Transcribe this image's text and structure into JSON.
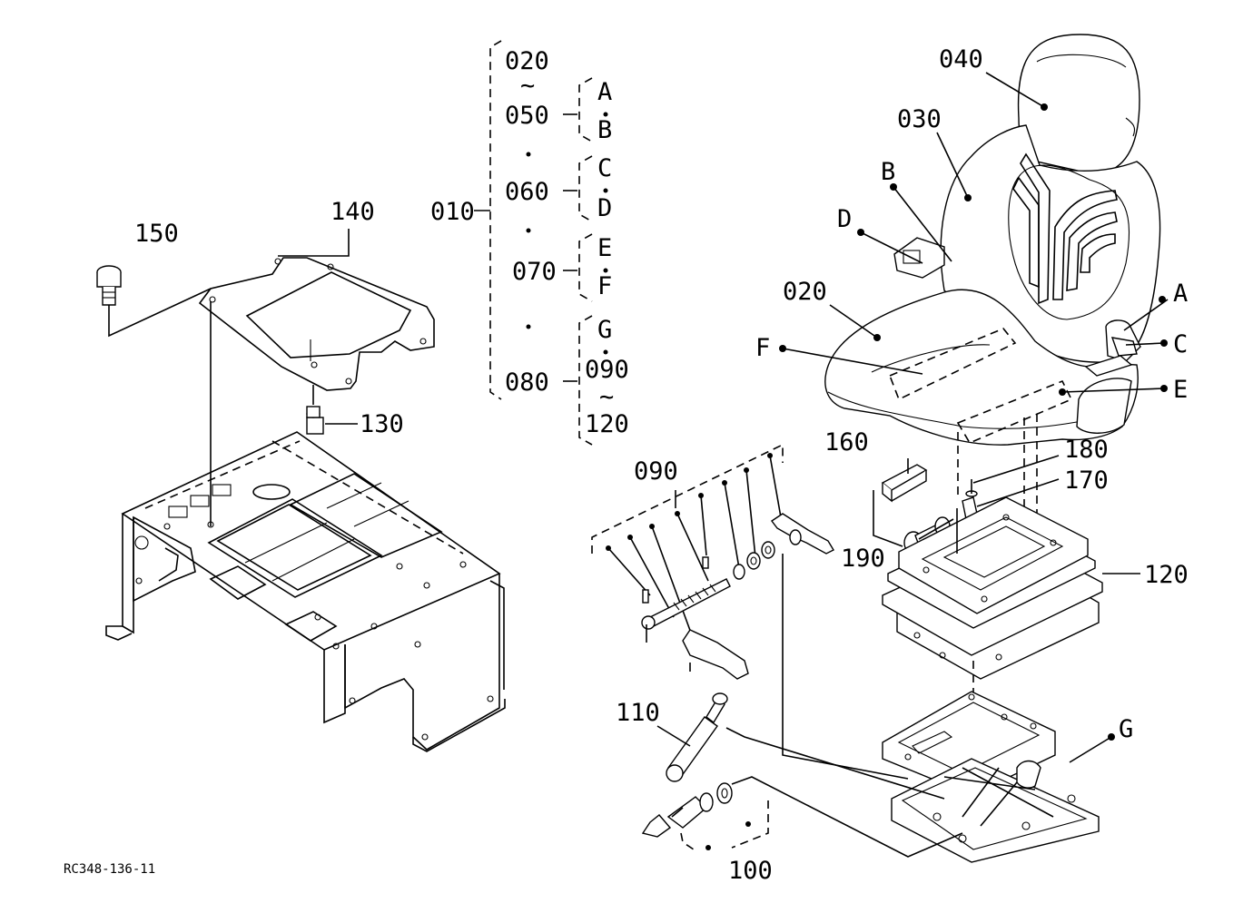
{
  "labels": {
    "p010": "010",
    "p020_top": "020",
    "tilde1": "~",
    "p050": "050",
    "p060": "060",
    "p070": "070",
    "p080": "080",
    "lA": "A",
    "lB": "B",
    "lC": "C",
    "lD": "D",
    "lE": "E",
    "lF": "F",
    "lG": "G",
    "p090_group": "090",
    "tilde2": "~",
    "p120_group": "120",
    "p040": "040",
    "p030": "030",
    "p020": "020",
    "seatB": "B",
    "seatD": "D",
    "seatF": "F",
    "seatA": "A",
    "seatC": "C",
    "seatE": "E",
    "p160": "160",
    "p180": "180",
    "p170": "170",
    "p190": "190",
    "p120": "120",
    "p090": "090",
    "p110": "110",
    "p100": "100",
    "seatG": "G",
    "p140": "140",
    "p150": "150",
    "p130": "130",
    "ref": "RC348-136-11"
  }
}
